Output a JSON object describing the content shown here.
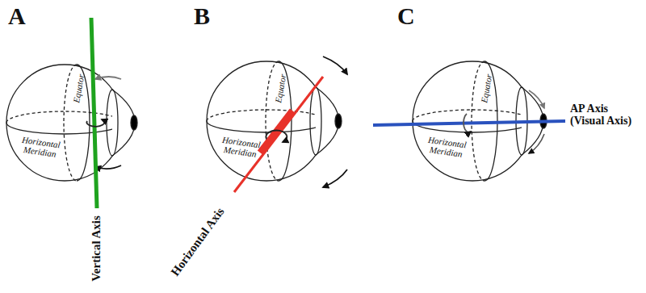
{
  "diagram": {
    "labels": [
      "A",
      "Equator",
      "Horizontal Meridian",
      "Vertical Axis",
      "B",
      "Equator",
      "Horizontal Meridian",
      "Horizontal Axis",
      "C",
      "Equator",
      "Horizontal Meridian",
      "AP Axis (Visual Axis)"
    ]
  }
}
